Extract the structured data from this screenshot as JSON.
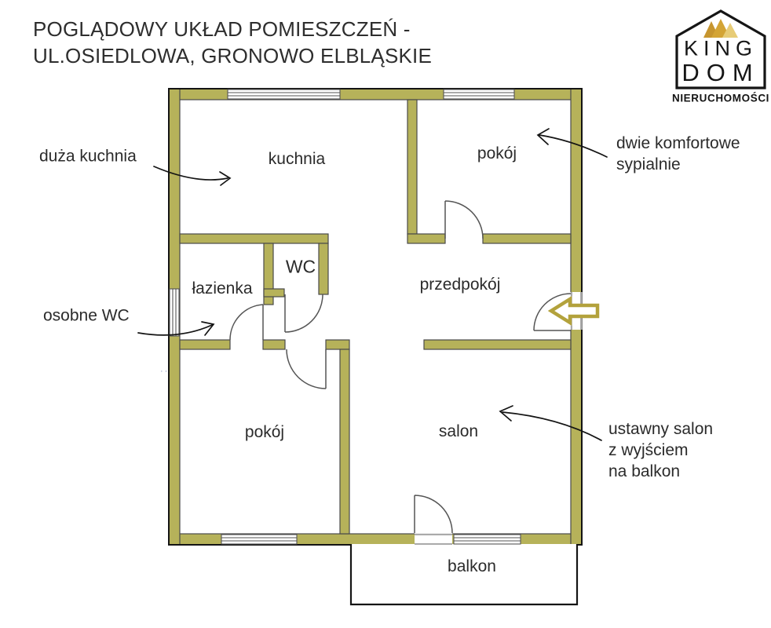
{
  "title": {
    "line1": "POGLĄDOWY UKŁAD POMIESZCZEŃ -",
    "line2": "UL.OSIEDLOWA, GRONOWO ELBLĄSKIE"
  },
  "logo": {
    "king": "KING",
    "dom": "DOM",
    "subtitle": "NIERUCHOMOŚCI"
  },
  "rooms": {
    "kuchnia": "kuchnia",
    "pokoj_gorny": "pokój",
    "lazienka": "łazienka",
    "wc": "WC",
    "przedpokoj": "przedpokój",
    "pokoj_dolny": "pokój",
    "salon": "salon",
    "balkon": "balkon"
  },
  "annotations": {
    "duza_kuchnia": "duża kuchnia",
    "sypialnie": [
      "dwie komfortowe",
      "sypialnie"
    ],
    "osobne_wc": "osobne WC",
    "ustawny_salon": [
      "ustawny salon",
      "z wyjściem",
      "na balkon"
    ]
  },
  "artifacts": {
    "dots": "··"
  },
  "colors": {
    "wall_fill": "#b6b25a",
    "wall_edge": "#4a4a4a",
    "plan_outline": "#141414",
    "door_line": "#555555",
    "arrow_ink": "#141414",
    "entrance_arrow": "#b3a23c",
    "crown_dark": "#c6952f",
    "crown_mid": "#d3a435",
    "crown_light": "#e7cc77",
    "logo_ink": "#151515",
    "text": "#2b2b2b"
  }
}
